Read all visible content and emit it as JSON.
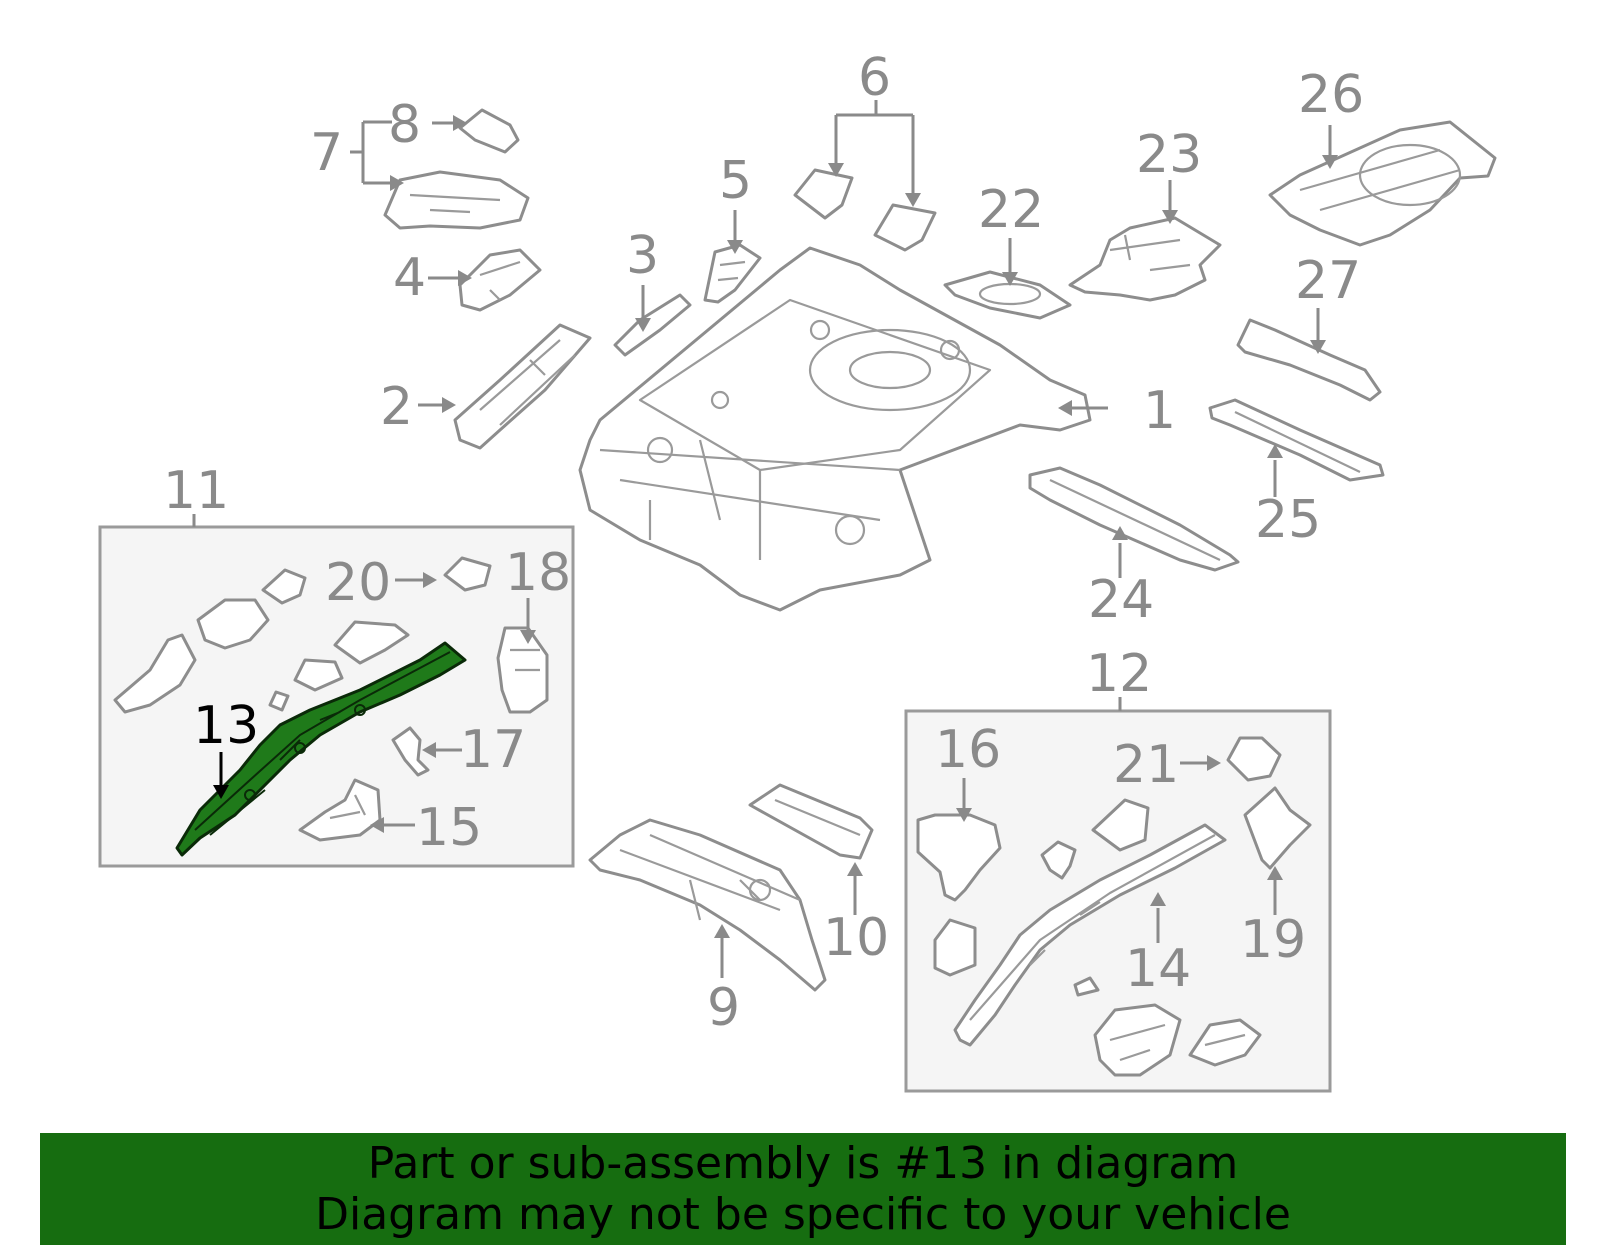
{
  "diagram": {
    "highlighted_part": "13",
    "colors": {
      "highlight": "#1f7a1a",
      "callout": "#8a8a8a",
      "banner": "#166d10"
    },
    "callouts": {
      "c1": "1",
      "c2": "2",
      "c3": "3",
      "c4": "4",
      "c5": "5",
      "c6": "6",
      "c7": "7",
      "c8": "8",
      "c9": "9",
      "c10": "10",
      "c11": "11",
      "c12": "12",
      "c13": "13",
      "c14": "14",
      "c15": "15",
      "c16": "16",
      "c17": "17",
      "c18": "18",
      "c19": "19",
      "c20": "20",
      "c21": "21",
      "c22": "22",
      "c23": "23",
      "c24": "24",
      "c25": "25",
      "c26": "26",
      "c27": "27"
    }
  },
  "banner": {
    "line1": "Part or sub-assembly is #13 in diagram",
    "line2": "Diagram may not be specific to your vehicle"
  }
}
